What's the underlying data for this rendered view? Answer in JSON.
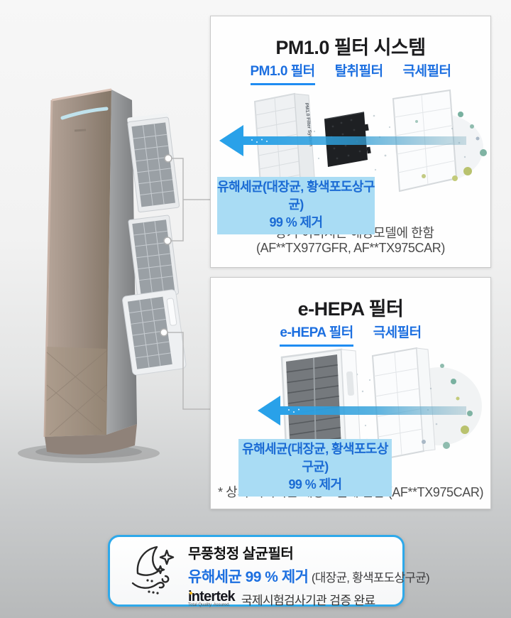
{
  "colors": {
    "accent_blue": "#1c6fe0",
    "tab_underline": "#1f8cf2",
    "highlight_bg": "#a9dcf4",
    "highlight_text": "#1b6bd4",
    "arrow_blue": "#29a1e9",
    "badge_border": "#2ea9ea"
  },
  "panel_pm": {
    "title": "PM1.0 필터 시스템",
    "tabs": [
      {
        "label": "PM1.0 필터",
        "active": true
      },
      {
        "label": "탈취필터",
        "active": false
      },
      {
        "label": "극세필터",
        "active": false
      }
    ],
    "filter_side_label": "PM1.0 Filter System",
    "highlight_line1": "유해세균(대장균, 황색포도상구균)",
    "highlight_line2": "99 % 제거",
    "note_line1": "* 상기 이미지는 해당모델에 한함",
    "note_line2": "(AF**TX977GFR, AF**TX975CAR)"
  },
  "panel_hepa": {
    "title": "e-HEPA 필터",
    "tabs": [
      {
        "label": "e-HEPA 필터",
        "active": true
      },
      {
        "label": "극세필터",
        "active": false
      }
    ],
    "highlight_line1": "유해세균(대장균, 황색포도상구균)",
    "highlight_line2": "99 % 제거",
    "note": "* 상기 이미지는 해당모델에 한함 (AF**TX975CAR)"
  },
  "badge": {
    "title": "무풍청정 살균필터",
    "claim_strong": "유해세균 99 % 제거",
    "claim_detail": "(대장균, 황색포도상구균)",
    "cert_logo": "intertek",
    "cert_tagline": "Total Quality. Assured.",
    "cert_text": "국제시험검사기관 검증 완료"
  }
}
